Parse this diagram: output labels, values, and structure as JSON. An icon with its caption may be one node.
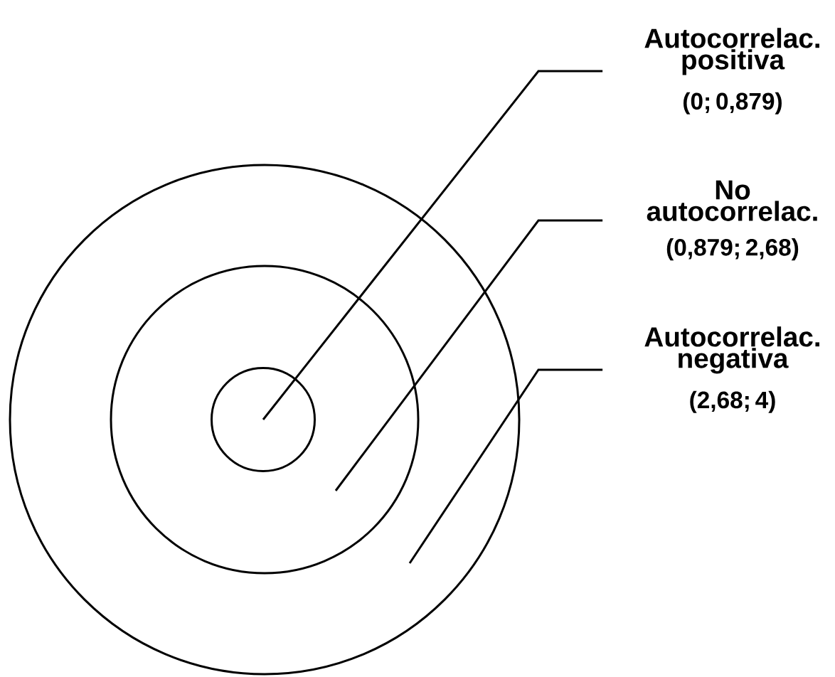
{
  "diagram": {
    "nodes": [
      {
        "text": [],
        "shape": "circle"
      },
      {
        "text": [],
        "shape": "circle",
        "in": 0
      },
      {
        "text": [],
        "shape": "circle",
        "in": 1
      },
      {
        "text": [
          "Autocorrelac. positiva",
          "(0; 0,879)"
        ]
      },
      {
        "text": [
          "No autocorrelac.",
          "(0,879; 2,68)"
        ]
      },
      {
        "text": [
          "Autocorrelac. negativa",
          "(2,68; 4)"
        ]
      }
    ],
    "edges": [
      {
        "from": 3,
        "to": 2,
        "arrow": "none"
      },
      {
        "from": 4,
        "to": 1,
        "arrow": "none"
      },
      {
        "from": 5,
        "to": 0,
        "arrow": "none"
      }
    ]
  }
}
